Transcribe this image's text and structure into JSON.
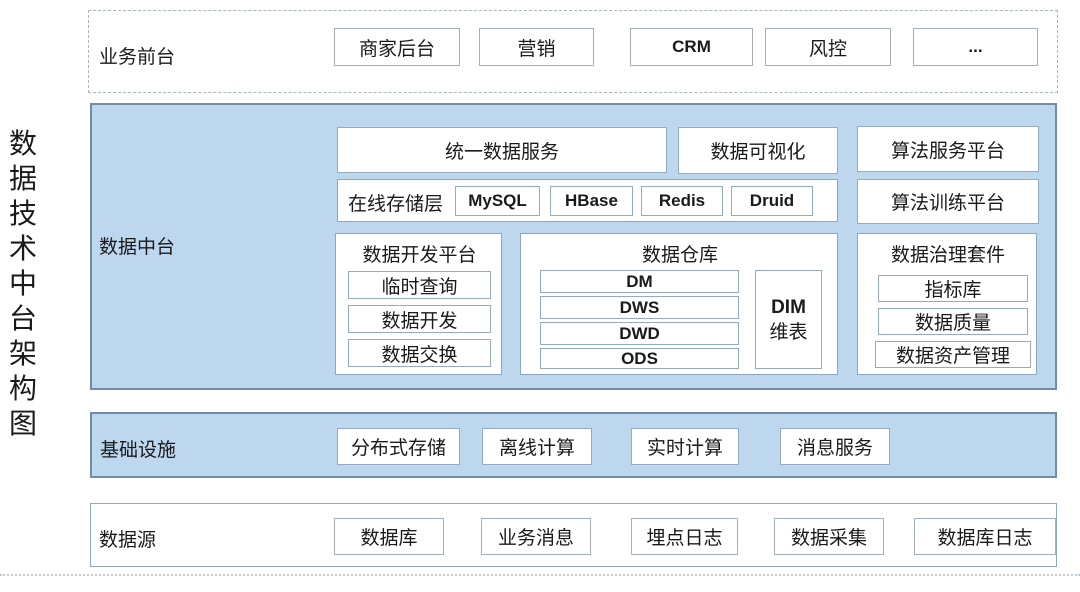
{
  "title": {
    "vertical": "数据技术中台架构图"
  },
  "colors": {
    "section_fill": "#bdd7ee",
    "section_border": "#6f8cac",
    "box_border": "#95abc3",
    "text": "#1a1a1a"
  },
  "business_front": {
    "label": "业务前台",
    "items": [
      "商家后台",
      "营销",
      "CRM",
      "风控",
      "..."
    ]
  },
  "data_middle": {
    "label": "数据中台",
    "unified_service": "统一数据服务",
    "visualization": "数据可视化",
    "algo_service": "算法服务平台",
    "online_storage": {
      "label": "在线存储层",
      "items": [
        "MySQL",
        "HBase",
        "Redis",
        "Druid"
      ]
    },
    "algo_training": "算法训练平台",
    "dev_platform": {
      "title": "数据开发平台",
      "items": [
        "临时查询",
        "数据开发",
        "数据交换"
      ]
    },
    "warehouse": {
      "title": "数据仓库",
      "layers": [
        "DM",
        "DWS",
        "DWD",
        "ODS"
      ],
      "dim_line1": "DIM",
      "dim_line2": "维表"
    },
    "governance": {
      "title": "数据治理套件",
      "items": [
        "指标库",
        "数据质量",
        "数据资产管理"
      ]
    }
  },
  "infrastructure": {
    "label": "基础设施",
    "items": [
      "分布式存储",
      "离线计算",
      "实时计算",
      "消息服务"
    ]
  },
  "data_source": {
    "label": "数据源",
    "items": [
      "数据库",
      "业务消息",
      "埋点日志",
      "数据采集",
      "数据库日志"
    ]
  }
}
